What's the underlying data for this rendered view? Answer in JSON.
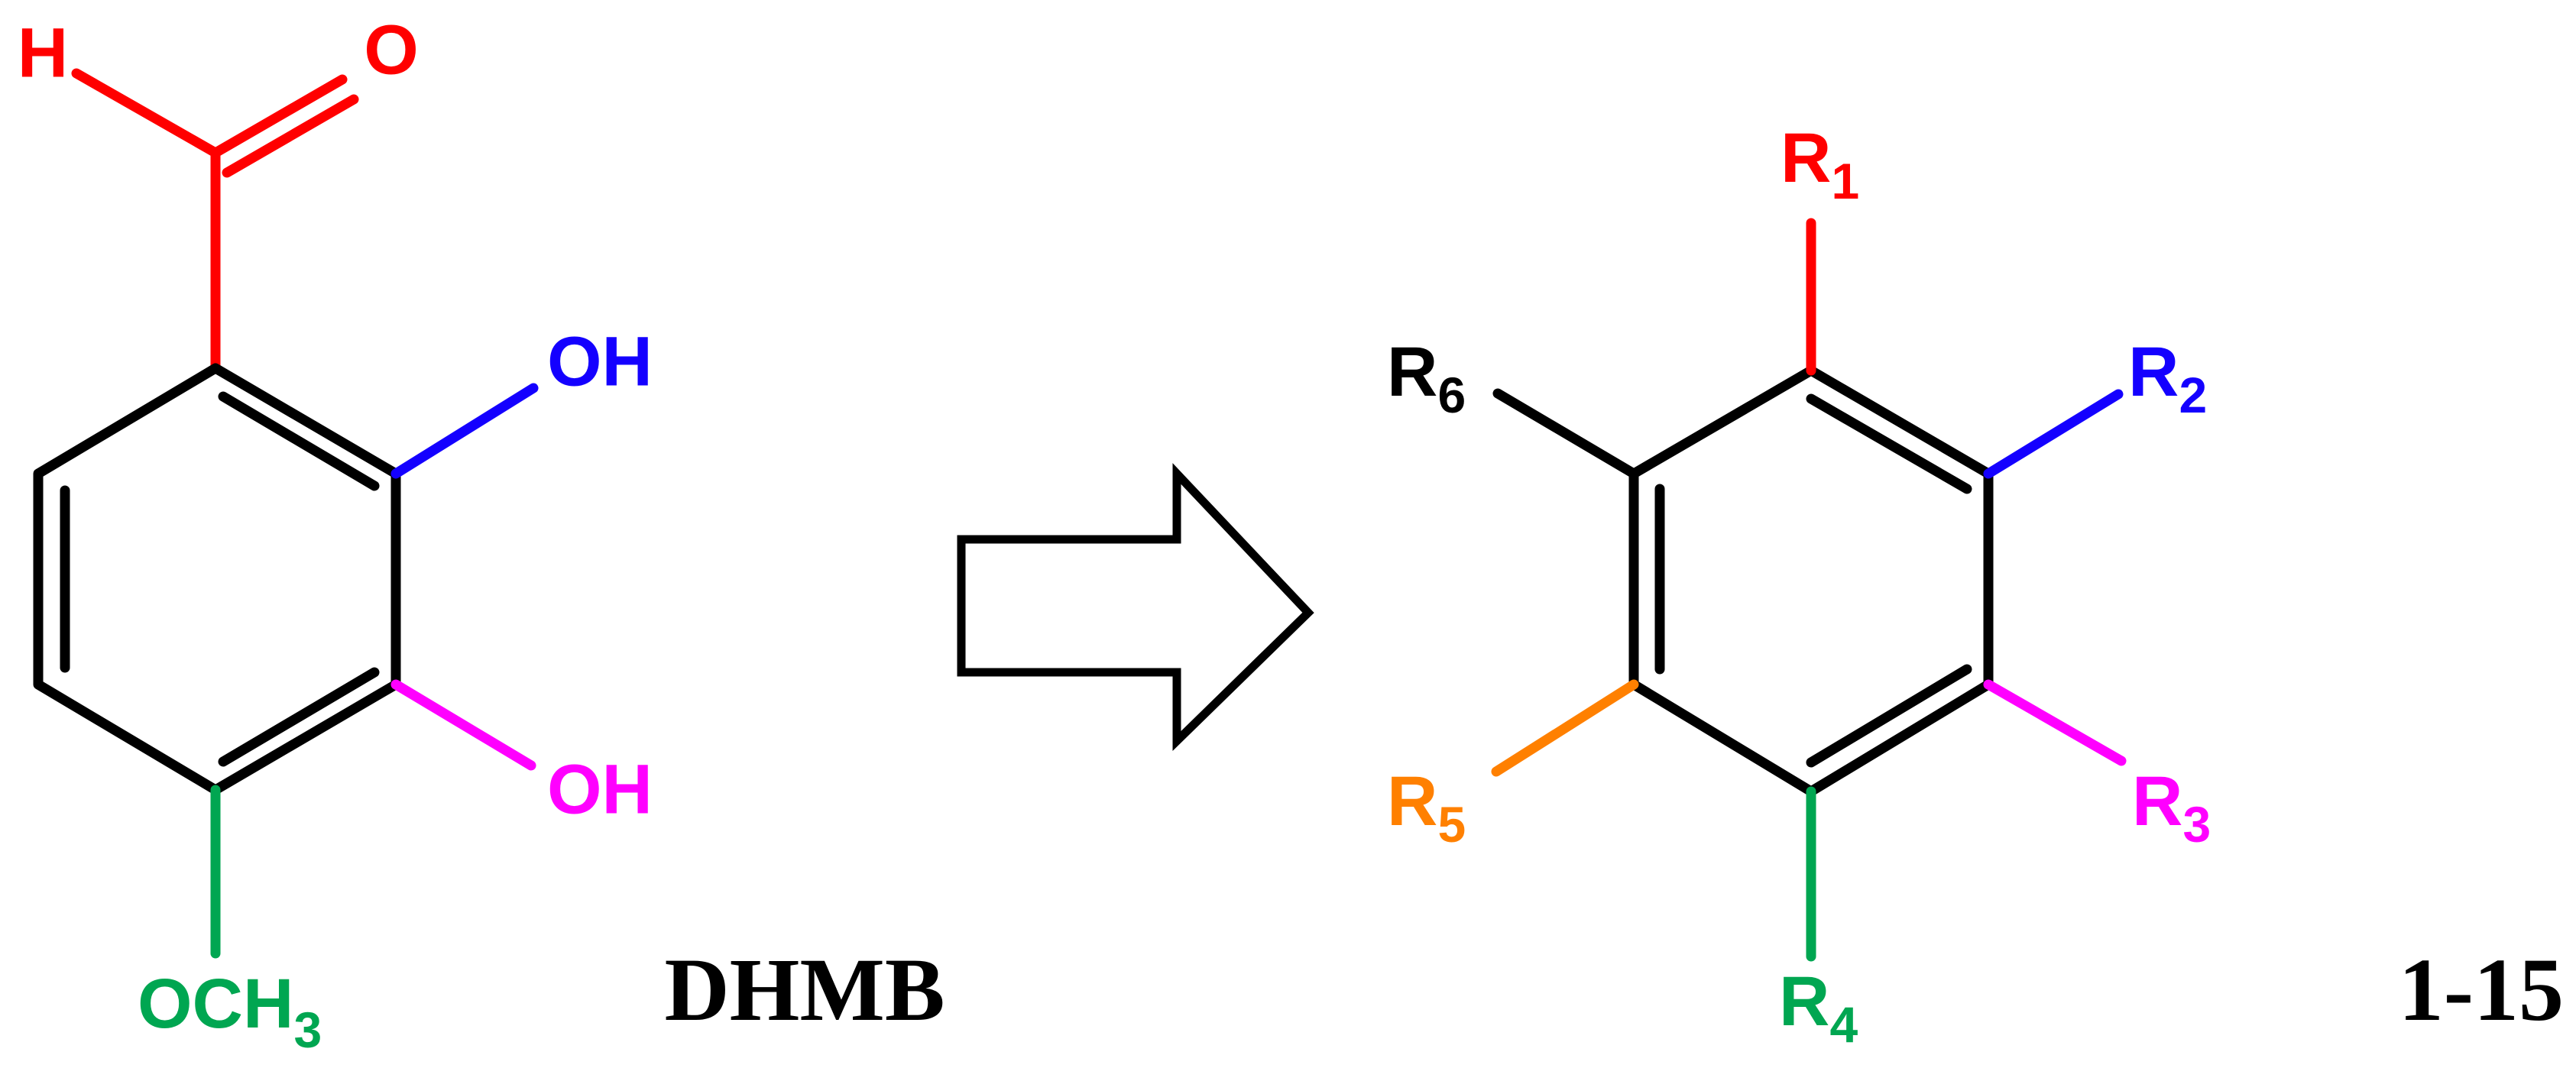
{
  "colors": {
    "black": "#000000",
    "red": "#ff0000",
    "blue": "#1400ff",
    "magenta": "#ff00ff",
    "green": "#00a651",
    "orange": "#ff8000"
  },
  "left_molecule": {
    "aldehyde_h": "H",
    "aldehyde_o": "O",
    "oh_top": "OH",
    "oh_bottom": "OH",
    "methoxy_main": "OCH",
    "methoxy_sub": "3",
    "name": "DHMB"
  },
  "arrow": {
    "icon": "block-arrow-right-icon"
  },
  "right_scaffold": {
    "r1": {
      "letter": "R",
      "index": "1"
    },
    "r2": {
      "letter": "R",
      "index": "2"
    },
    "r3": {
      "letter": "R",
      "index": "3"
    },
    "r4": {
      "letter": "R",
      "index": "4"
    },
    "r5": {
      "letter": "R",
      "index": "5"
    },
    "r6": {
      "letter": "R",
      "index": "6"
    },
    "name": "1-15"
  }
}
